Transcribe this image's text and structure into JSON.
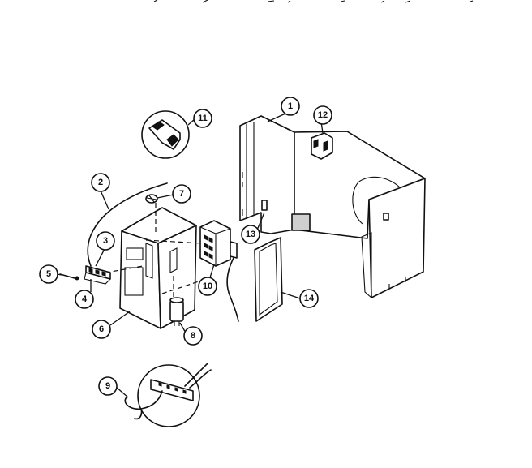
{
  "callouts": [
    {
      "id": "1",
      "label": "1"
    },
    {
      "id": "2",
      "label": "2"
    },
    {
      "id": "3",
      "label": "3"
    },
    {
      "id": "4",
      "label": "4"
    },
    {
      "id": "5",
      "label": "5"
    },
    {
      "id": "6",
      "label": "6"
    },
    {
      "id": "7",
      "label": "7"
    },
    {
      "id": "8",
      "label": "8"
    },
    {
      "id": "9",
      "label": "9"
    },
    {
      "id": "10",
      "label": "10"
    },
    {
      "id": "11",
      "label": "11"
    },
    {
      "id": "12",
      "label": "12"
    },
    {
      "id": "13",
      "label": "13"
    },
    {
      "id": "14",
      "label": "14"
    }
  ],
  "colors": {
    "ink": "#111111",
    "paper": "#ffffff"
  }
}
